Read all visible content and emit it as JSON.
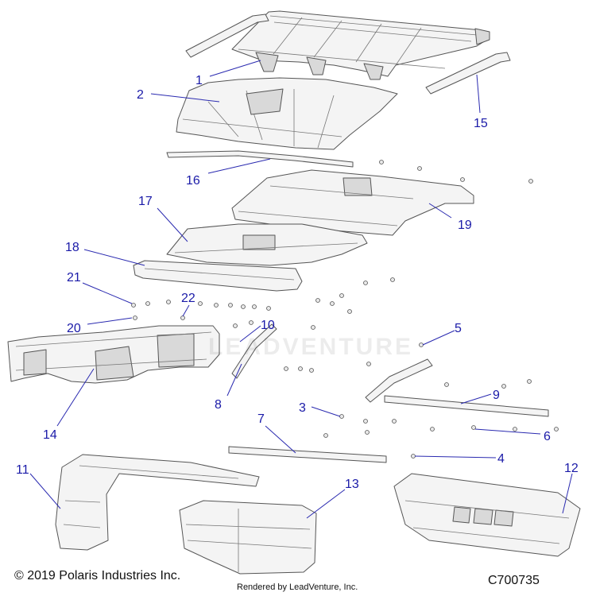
{
  "callouts": [
    {
      "num": "1"
    },
    {
      "num": "2"
    },
    {
      "num": "3"
    },
    {
      "num": "4"
    },
    {
      "num": "5"
    },
    {
      "num": "6"
    },
    {
      "num": "7"
    },
    {
      "num": "8"
    },
    {
      "num": "9"
    },
    {
      "num": "10"
    },
    {
      "num": "11"
    },
    {
      "num": "12"
    },
    {
      "num": "13"
    },
    {
      "num": "14"
    },
    {
      "num": "15"
    },
    {
      "num": "16"
    },
    {
      "num": "17"
    },
    {
      "num": "18"
    },
    {
      "num": "19"
    },
    {
      "num": "20"
    },
    {
      "num": "21"
    },
    {
      "num": "22"
    }
  ],
  "footer": {
    "copyright": "© 2019 Polaris Industries Inc.",
    "figure_id": "C700735",
    "rendered_by": "Rendered by LeadVenture, Inc."
  },
  "watermark": "LEADVENTURE",
  "colors": {
    "callout": "#1a1aa8",
    "part_outline": "#555555",
    "part_fill": "#f4f4f4"
  }
}
